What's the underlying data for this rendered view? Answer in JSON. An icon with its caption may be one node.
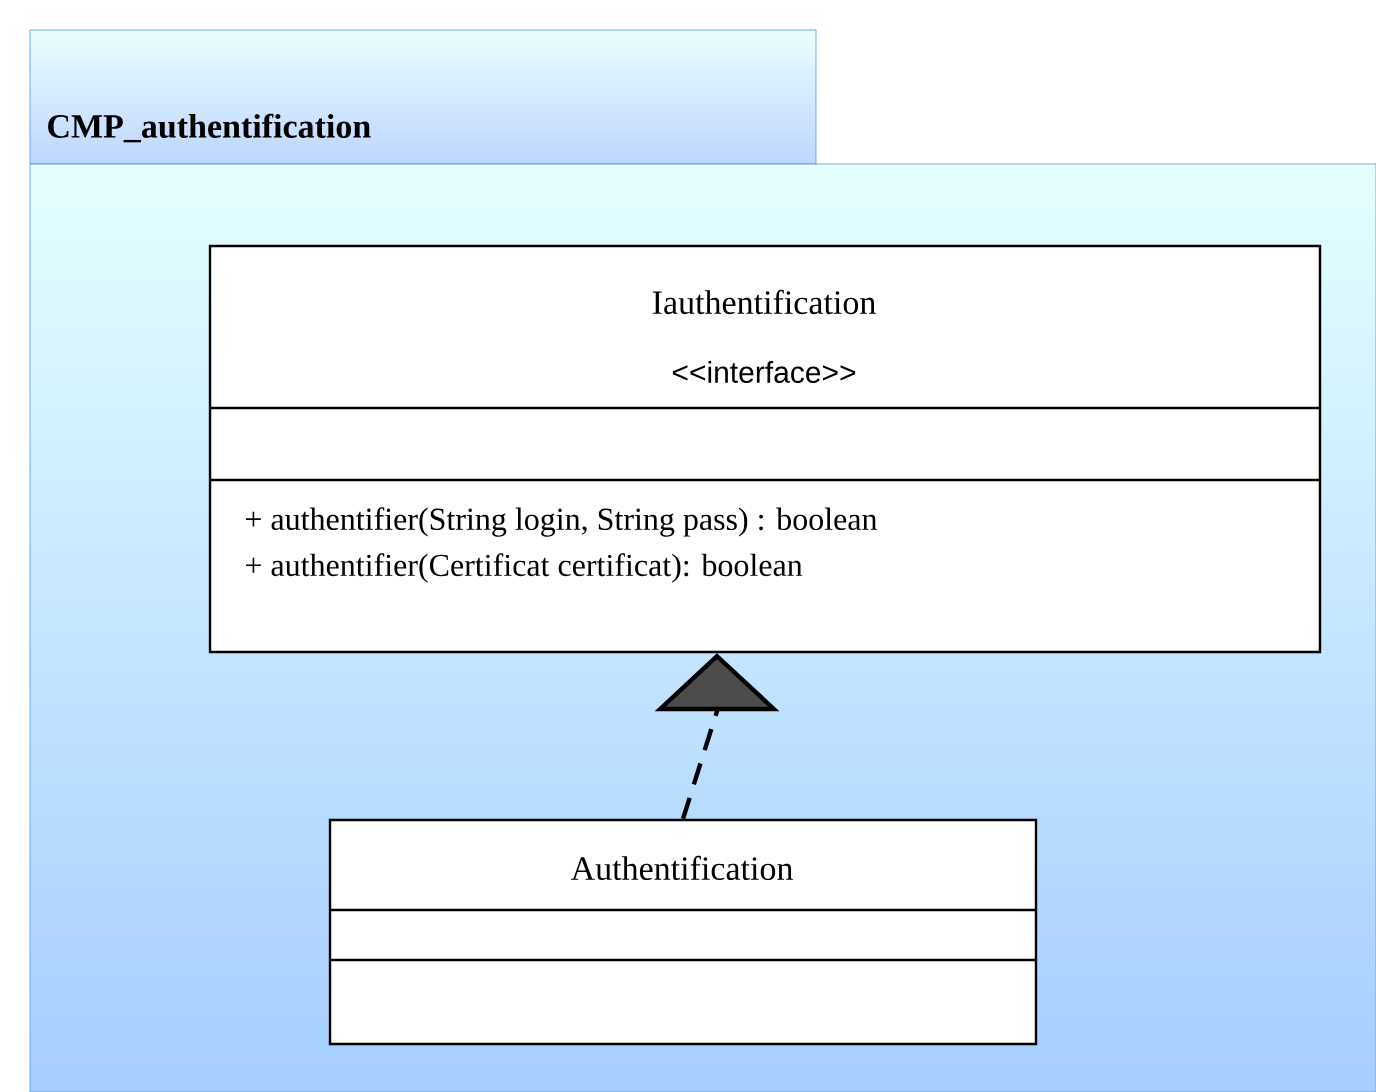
{
  "diagram": {
    "nodes": [
      {
        "text": [
          "CMP_authentification"
        ]
      },
      {
        "text": [
          "Iauthentification",
          "<<interface>>",
          "+ authentifier(String login, String pass) : boolean",
          "+ authentifier(Certificat certificat): boolean"
        ],
        "in": 0
      },
      {
        "text": [
          "Authentification"
        ],
        "in": 0
      }
    ],
    "edges": [
      {
        "from": 2,
        "to": 1,
        "arrow": "to",
        "style": "dashed"
      }
    ]
  }
}
